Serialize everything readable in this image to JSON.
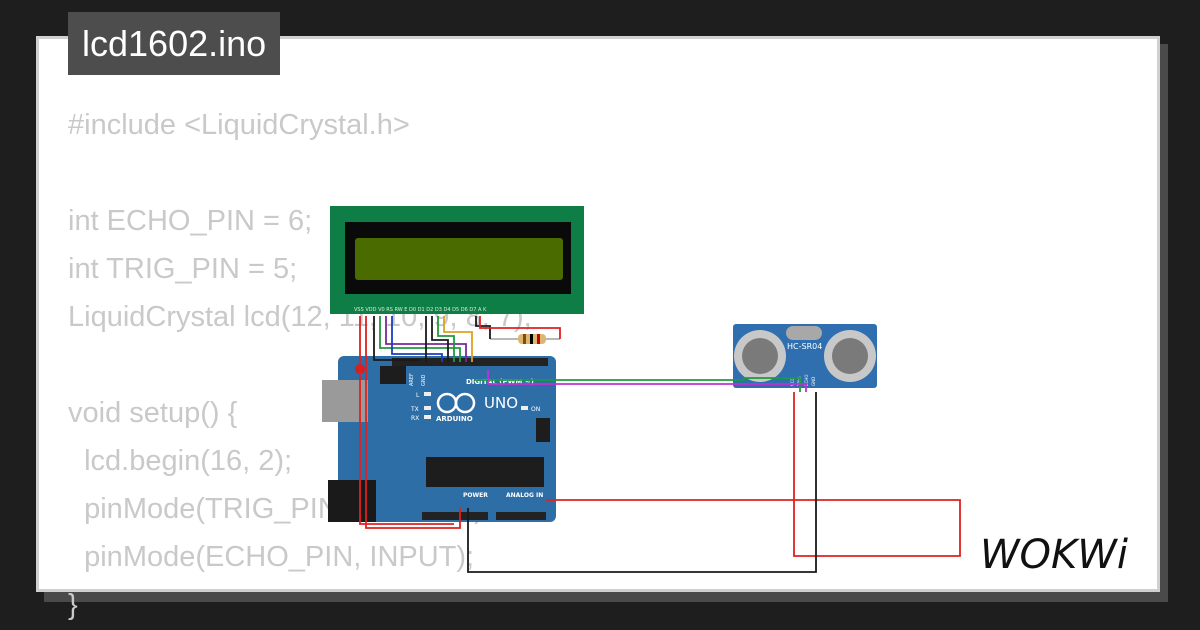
{
  "file": {
    "title": "lcd1602.ino"
  },
  "code": {
    "lines": [
      "#include <LiquidCrystal.h>",
      "",
      "int ECHO_PIN = 6;",
      "int TRIG_PIN = 5;",
      "LiquidCrystal lcd(12, 11, 10, 9, 8, 7);",
      "",
      "void setup() {",
      "  lcd.begin(16, 2);",
      "  pinMode(TRIG_PIN, OUTPUT);",
      "  pinMode(ECHO_PIN, INPUT);",
      "}"
    ]
  },
  "lcd": {
    "pin_labels": "VSS VDD V0 RS RW E D0 D1 D2 D3 D4 D5 D6 D7 A K",
    "colors": {
      "board": "#0f7d46",
      "screen": "#4a6b00"
    }
  },
  "arduino": {
    "brand": "ARDUINO",
    "model": "UNO",
    "header_digital": "DIGITAL (PWM ~)",
    "header_power": "POWER",
    "header_analog": "ANALOG IN",
    "aref": "AREF",
    "gnd": "GND",
    "led_l": "L",
    "led_tx": "TX",
    "led_rx": "RX",
    "led_on": "ON",
    "colors": {
      "board": "#2e6ea6"
    }
  },
  "sensor": {
    "model": "HC-SR04",
    "pins": [
      "VCC",
      "TRIG",
      "ECHO",
      "GND"
    ],
    "colors": {
      "board": "#2f6fb0"
    }
  },
  "brand": {
    "logo_text": "WOKWi"
  }
}
